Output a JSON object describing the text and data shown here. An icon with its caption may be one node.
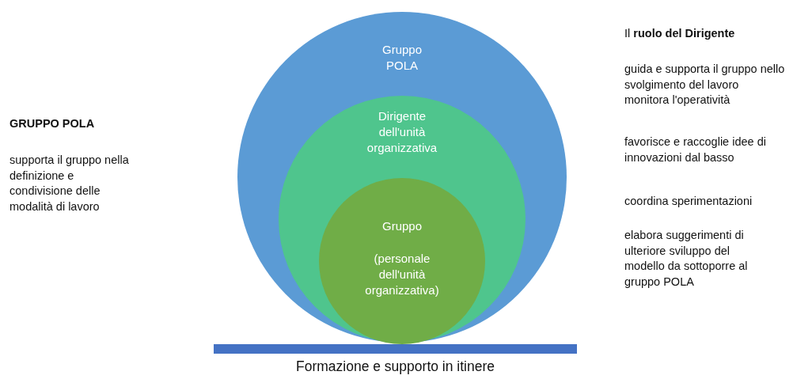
{
  "diagram": {
    "nodes": [
      {
        "text": [
          "Gruppo POLA"
        ]
      },
      {
        "text": [
          "Dirigente dell'unità organizzativa"
        ],
        "in": 0
      },
      {
        "text": [
          "Gruppo",
          "(personale dell'unità organizzativa)"
        ],
        "in": 1
      },
      {
        "text": [
          "Formazione e supporto in itinere"
        ]
      }
    ],
    "labels": [
      "GRUPPO POLA",
      "supporta il gruppo nella definizione e condivisione delle modalità di lavoro",
      "Il **ruolo del Dirigente**",
      "guida e supporta il gruppo nello svolgimento del lavoro",
      "monitora l'operatività",
      "favorisce e raccoglie idee di innovazioni dal basso",
      "coordina sperimentazioni",
      "elabora suggerimenti di ulteriore sviluppo del modello da sottoporre al gruppo POLA"
    ]
  }
}
